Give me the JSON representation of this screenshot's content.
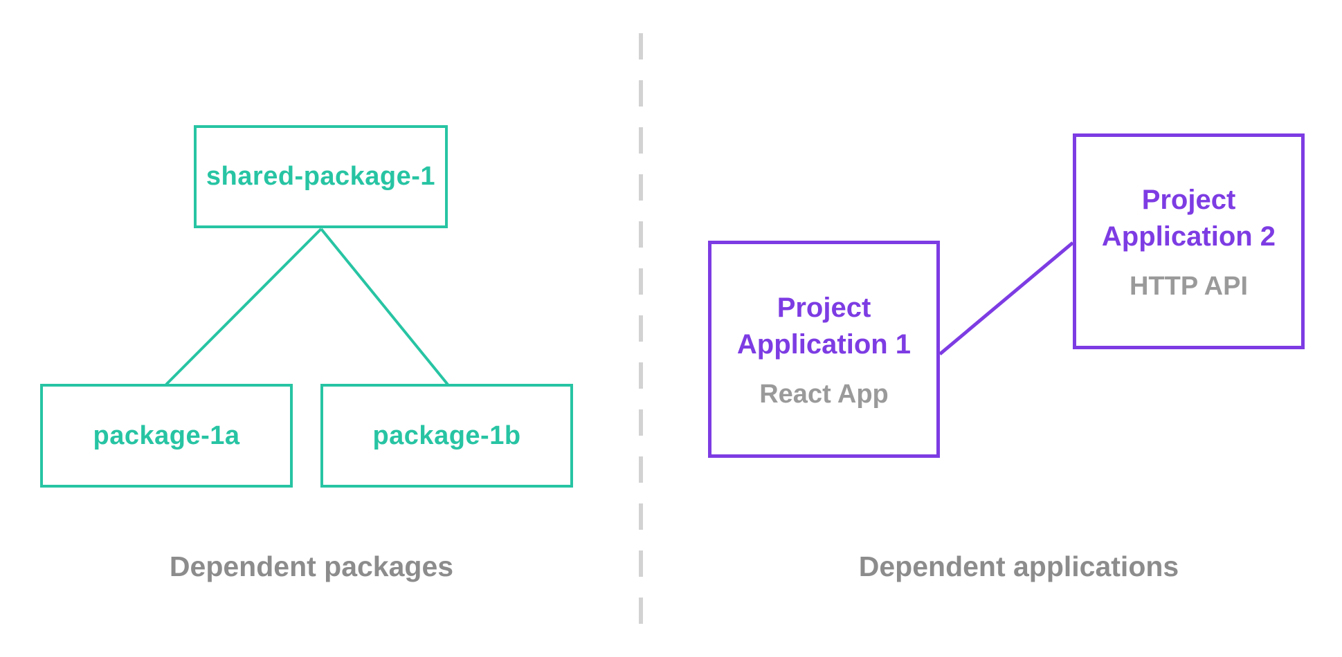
{
  "colors": {
    "teal": "#27c4a3",
    "purple": "#7d3ce3",
    "subtitle_gray": "#9a9a9a",
    "caption_gray": "#8c8c8c",
    "divider_gray": "#d2d2d2",
    "background": "#ffffff"
  },
  "left_panel": {
    "caption": "Dependent packages",
    "nodes": {
      "shared": {
        "label": "shared-package-1"
      },
      "pkg1a": {
        "label": "package-1a"
      },
      "pkg1b": {
        "label": "package-1b"
      }
    }
  },
  "right_panel": {
    "caption": "Dependent applications",
    "nodes": {
      "app1": {
        "title_line1": "Project",
        "title_line2": "Application 1",
        "subtitle": "React App"
      },
      "app2": {
        "title_line1": "Project",
        "title_line2": "Application 2",
        "subtitle": "HTTP API"
      }
    }
  }
}
